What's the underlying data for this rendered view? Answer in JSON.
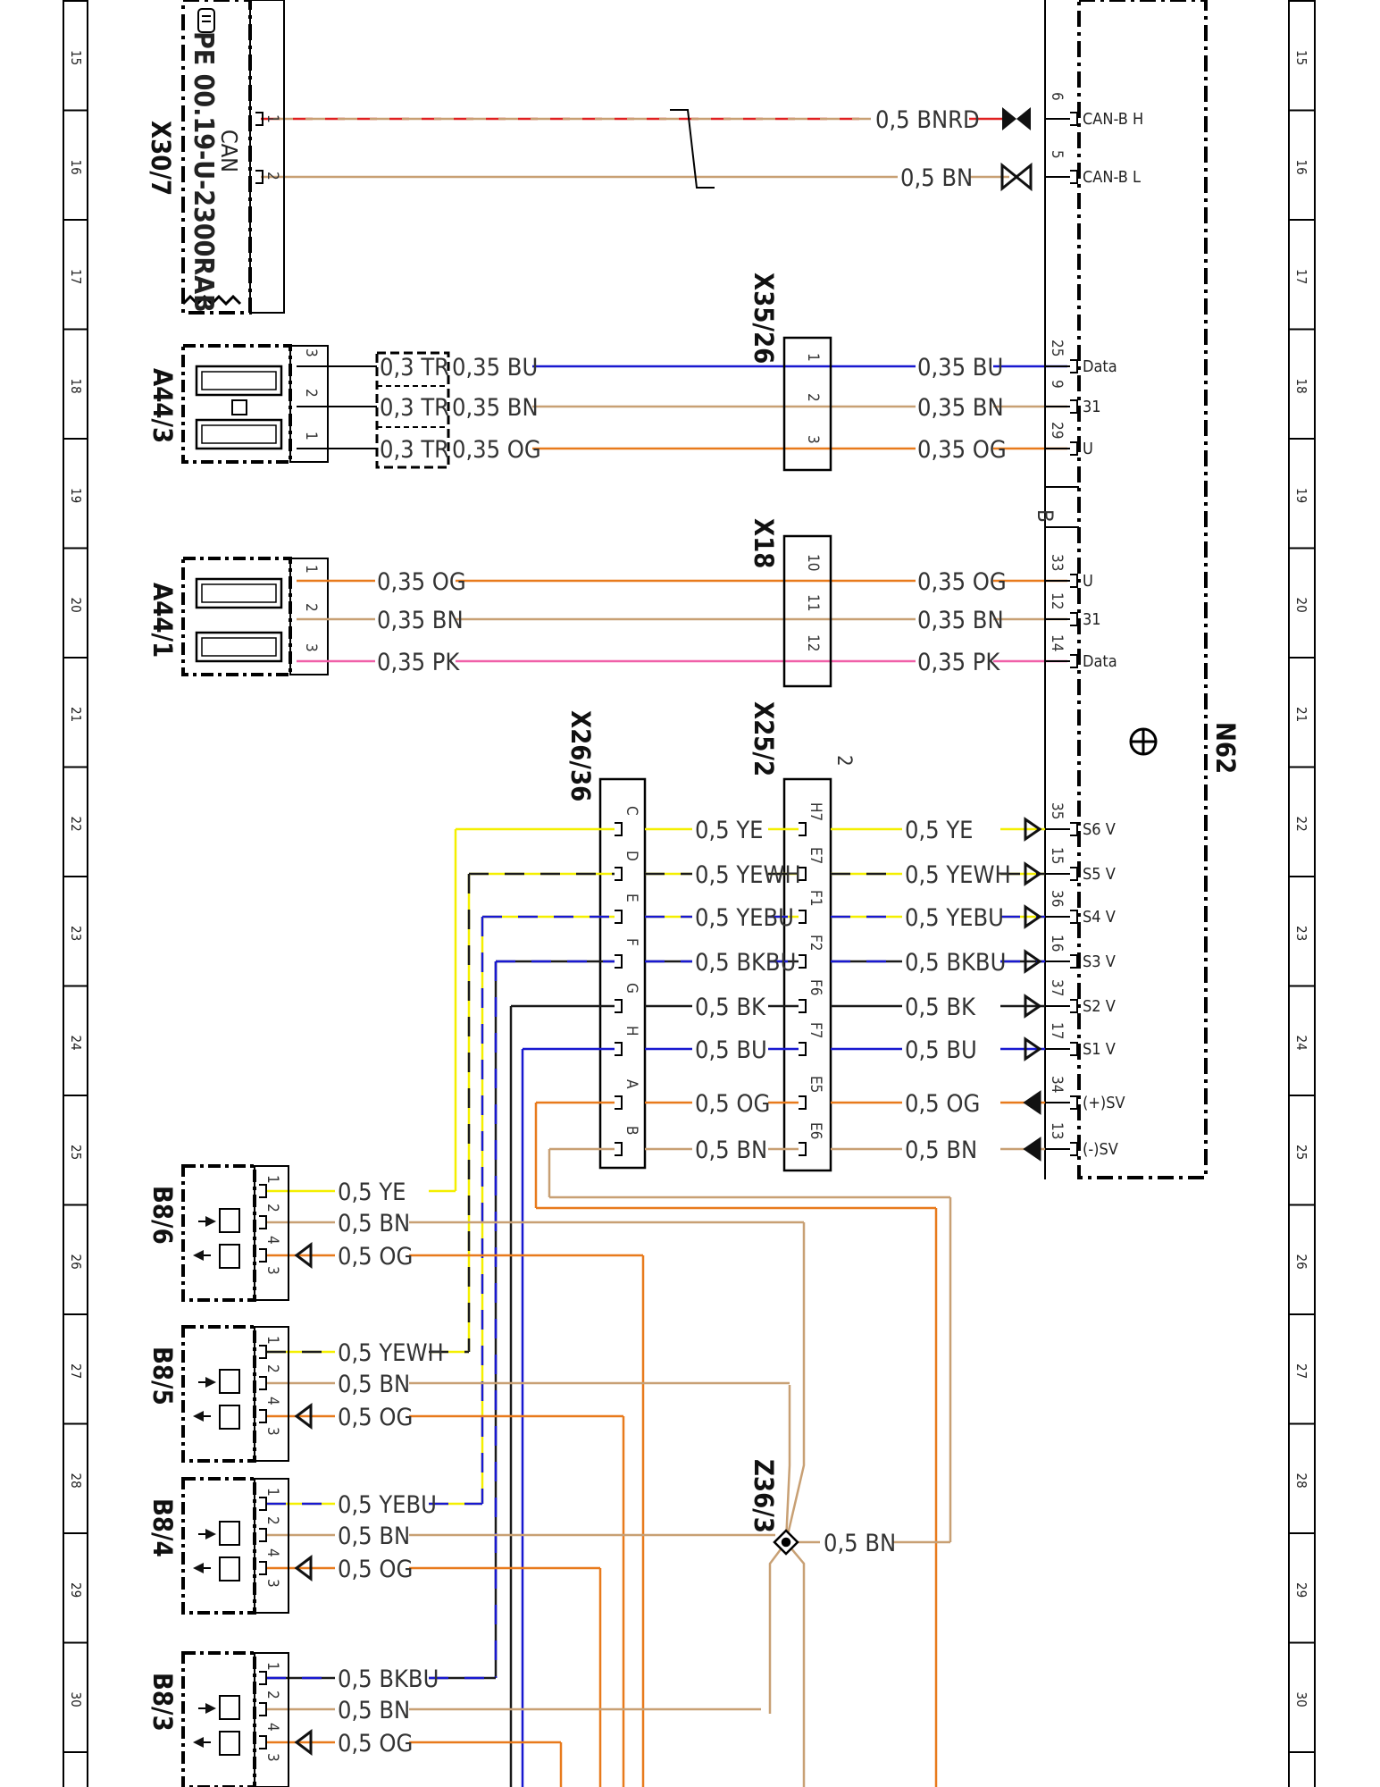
{
  "rail_numbers": [
    "15",
    "16",
    "17",
    "18",
    "19",
    "20",
    "21",
    "22",
    "23",
    "24",
    "25",
    "26",
    "27",
    "28",
    "29",
    "30"
  ],
  "colors": {
    "YE": "#f4ef00",
    "BN": "#c8a074",
    "OG": "#e87a1c",
    "BU": "#1818d0",
    "BK": "#1a1a1a",
    "PK": "#f060a8",
    "RD": "#e02020"
  },
  "components": {
    "x30_7": {
      "id": "X30/7",
      "label": "CAN",
      "note": "PE 00.19-U-2300RAB",
      "pins": [
        "1",
        "2"
      ]
    },
    "a44_3": {
      "id": "A44/3",
      "pins": [
        "3",
        "2",
        "1"
      ]
    },
    "a44_1": {
      "id": "A44/1",
      "pins": [
        "1",
        "2",
        "3"
      ]
    },
    "x35_26": {
      "id": "X35/26",
      "pins": [
        "1",
        "2",
        "3"
      ]
    },
    "x18": {
      "id": "X18",
      "pins": [
        "10",
        "11",
        "12"
      ]
    },
    "x26_36": {
      "id": "X26/36",
      "pins": [
        "C",
        "D",
        "E",
        "F",
        "G",
        "H",
        "A",
        "B"
      ]
    },
    "x25_2": {
      "id": "X25/2",
      "suffix": "2",
      "pins": [
        "H7",
        "E7",
        "F1",
        "F2",
        "F6",
        "F7",
        "E5",
        "E6"
      ]
    },
    "n62": {
      "id": "N62",
      "section": "B"
    },
    "z36_3": {
      "id": "Z36/3"
    },
    "b8_6": {
      "id": "B8/6",
      "pins": [
        "1",
        "2",
        "4",
        "3"
      ]
    },
    "b8_5": {
      "id": "B8/5",
      "pins": [
        "1",
        "2",
        "4",
        "3"
      ]
    },
    "b8_4": {
      "id": "B8/4",
      "pins": [
        "1",
        "2",
        "4",
        "3"
      ]
    },
    "b8_3": {
      "id": "B8/3",
      "pins": [
        "1",
        "2",
        "4",
        "3"
      ]
    }
  },
  "n62_pins": [
    {
      "pin": "6",
      "signal": "CAN-B H"
    },
    {
      "pin": "5",
      "signal": "CAN-B L"
    },
    {
      "pin": "25",
      "signal": "Data"
    },
    {
      "pin": "9",
      "signal": "31"
    },
    {
      "pin": "29",
      "signal": "U"
    },
    {
      "pin": "33",
      "signal": "U"
    },
    {
      "pin": "12",
      "signal": "31"
    },
    {
      "pin": "14",
      "signal": "Data"
    },
    {
      "pin": "35",
      "signal": "S6 V"
    },
    {
      "pin": "15",
      "signal": "S5 V"
    },
    {
      "pin": "36",
      "signal": "S4 V"
    },
    {
      "pin": "16",
      "signal": "S3 V"
    },
    {
      "pin": "37",
      "signal": "S2 V"
    },
    {
      "pin": "17",
      "signal": "S1 V"
    },
    {
      "pin": "34",
      "signal": "(+)SV"
    },
    {
      "pin": "13",
      "signal": "(-)SV"
    }
  ],
  "wires": {
    "can_h": "0,5 BNRD",
    "can_l": "0,5 BN",
    "tr": "0,3 TR",
    "bu035": "0,35 BU",
    "bn035": "0,35 BN",
    "og035": "0,35 OG",
    "pk035": "0,35 PK",
    "ye": "0,5 YE",
    "yewh": "0,5 YEWH",
    "yebu": "0,5 YEBU",
    "bkbu": "0,5 BKBU",
    "bk": "0,5 BK",
    "bu": "0,5 BU",
    "og": "0,5 OG",
    "bn": "0,5 BN"
  }
}
